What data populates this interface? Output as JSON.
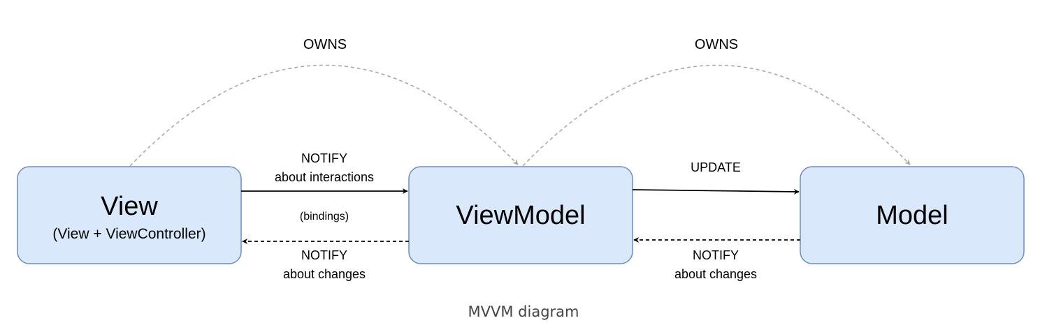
{
  "nodes": {
    "view": {
      "title": "View",
      "subtitle": "(View + ViewController)"
    },
    "viewmodel": {
      "title": "ViewModel"
    },
    "model": {
      "title": "Model"
    }
  },
  "edges": {
    "view_to_viewmodel_notify": {
      "line1": "NOTIFY",
      "line2": "about interactions"
    },
    "bindings": {
      "label": "(bindings)"
    },
    "viewmodel_to_view_notify": {
      "line1": "NOTIFY",
      "line2": "about changes"
    },
    "viewmodel_to_model_update": {
      "label": "UPDATE"
    },
    "model_to_viewmodel_notify": {
      "line1": "NOTIFY",
      "line2": "about changes"
    },
    "view_owns_viewmodel": {
      "label": "OWNS"
    },
    "viewmodel_owns_model": {
      "label": "OWNS"
    }
  },
  "caption": "MVVM diagram",
  "colors": {
    "node_fill": "#dae8fc",
    "node_stroke": "#6c8ebf",
    "owns_arrow": "#a6a6a6",
    "arrow": "#000000"
  }
}
